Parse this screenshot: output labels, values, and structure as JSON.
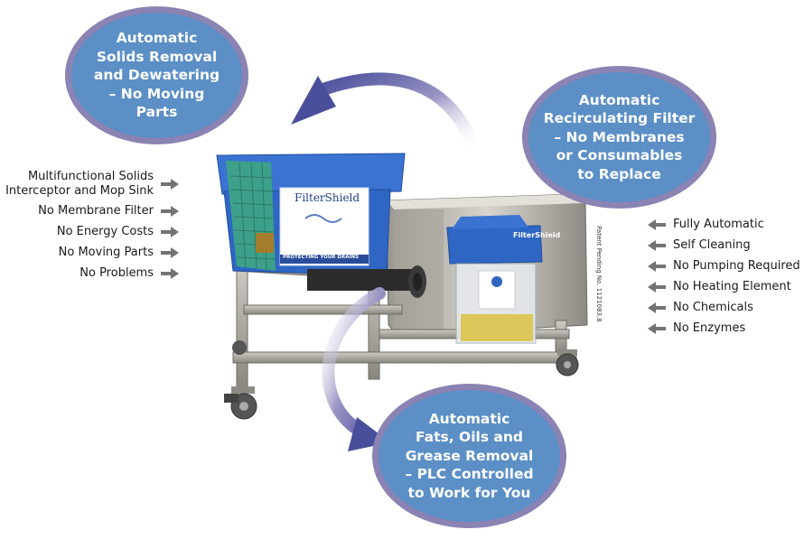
{
  "bubbles": {
    "solids": {
      "lines": [
        "Automatic",
        "Solids Removal",
        "and Dewatering",
        "– No Moving",
        "Parts"
      ]
    },
    "filter": {
      "lines": [
        "Automatic",
        "Recirculating Filter",
        "– No Membranes",
        "or Consumables",
        "to Replace"
      ]
    },
    "fog": {
      "lines": [
        "Automatic",
        "Fats, Oils and",
        "Grease Removal",
        "– PLC Controlled",
        "to Work for You"
      ]
    }
  },
  "left_features": [
    {
      "line1": "Multifunctional Solids",
      "line2": "Interceptor and Mop Sink"
    },
    {
      "line1": "No Membrane Filter"
    },
    {
      "line1": "No Energy Costs"
    },
    {
      "line1": "No Moving Parts"
    },
    {
      "line1": "No Problems"
    }
  ],
  "right_features": [
    "Fully Automatic",
    "Self Cleaning",
    "No Pumping Required",
    "No Heating Element",
    "No Chemicals",
    "No Enzymes"
  ],
  "patent": "Patent Pending No. 1121083.8",
  "product": {
    "brand": "FilterShield",
    "tagline": "PROTECTING YOUR DRAINS",
    "unit_brand": "FilterShield"
  },
  "colors": {
    "bubble_fill": "#5b8fc6",
    "bubble_border": "#8a83b3",
    "arrow_gray": "#737373",
    "big_arrow": "#4a4f9c",
    "blue_box": "#2f66c4"
  }
}
